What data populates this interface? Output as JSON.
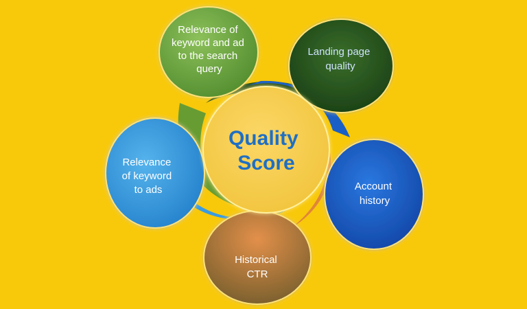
{
  "diagram": {
    "center": {
      "lines": [
        "Quality",
        "Score"
      ]
    },
    "factors": [
      {
        "id": "keyword-ad-query",
        "lines": [
          "Relevance of",
          "keyword and ad",
          "to the search",
          "query"
        ]
      },
      {
        "id": "landing-page",
        "lines": [
          "Landing page",
          "quality"
        ]
      },
      {
        "id": "account-history",
        "lines": [
          "Account",
          "history"
        ]
      },
      {
        "id": "historical-ctr",
        "lines": [
          "Historical",
          "CTR"
        ]
      },
      {
        "id": "keyword-ads",
        "lines": [
          "Relevance",
          "of keyword",
          "to ads"
        ]
      }
    ],
    "colors": {
      "background": "#f8c80a",
      "center_fill": "#f6cc48",
      "center_text": "#1f6fc4",
      "keyword-ad-query": "#6fa540",
      "landing-page": "#1e4d1a",
      "account-history": "#1550b8",
      "historical-ctr": "#c07a3c",
      "keyword-ads": "#2e8fd6"
    }
  }
}
